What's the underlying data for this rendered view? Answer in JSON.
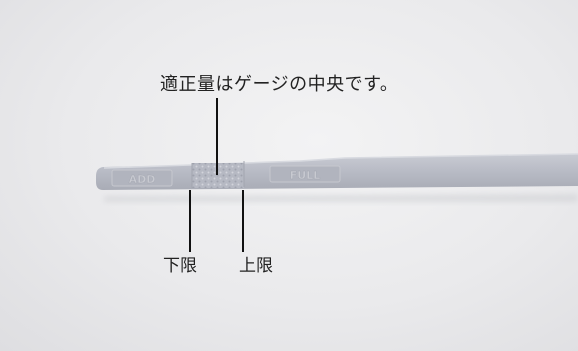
{
  "annotations": {
    "caption": "適正量はゲージの中央です。",
    "lower_limit": "下限",
    "upper_limit": "上限"
  },
  "dipstick": {
    "embossed_left": "ADD",
    "embossed_right": "FULL",
    "color": "#b9bcc6"
  },
  "colors": {
    "background": "#ececee",
    "pointer_line": "#111111",
    "text": "#222222"
  }
}
